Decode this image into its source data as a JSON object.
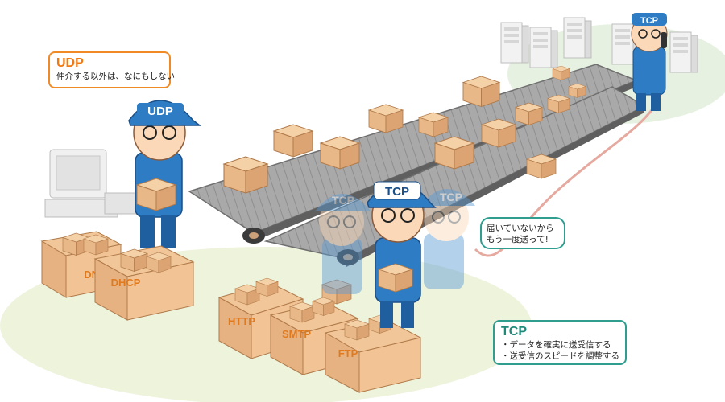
{
  "udp_callout": {
    "title": "UDP",
    "text": "仲介する以外は、なにもしない"
  },
  "tcp_callout": {
    "title": "TCP",
    "lines": [
      "・データを確実に送受信する",
      "・送受信のスピードを調整する"
    ]
  },
  "speech_bubble": {
    "lines": [
      "届いていないから",
      "もう一度送って!"
    ]
  },
  "caps": {
    "udp_worker": "UDP",
    "tcp_worker": "TCP",
    "tcp_ghost_left": "TCP",
    "tcp_ghost_right": "TCP",
    "tcp_receiver": "TCP"
  },
  "box_labels": {
    "dns": "DNS",
    "dhcp": "DHCP",
    "http": "HTTP",
    "smtp": "SMTP",
    "ftp": "FTP"
  },
  "colors": {
    "udp_accent": "#f08a24",
    "tcp_accent": "#2f9e8f",
    "uniform_blue": "#2e7cc4",
    "box_brown": "#e8b887",
    "ground_green": "#eef3dc"
  }
}
